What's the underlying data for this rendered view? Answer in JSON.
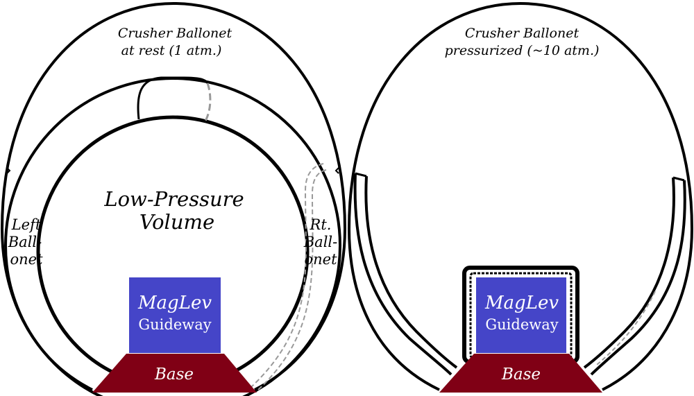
{
  "left_panel": {
    "crusher_label_line1": "Crusher Ballonet",
    "crusher_label_line2": "at rest (1 atm.)",
    "volume_label_line1": "Low-Pressure",
    "volume_label_line2": "Volume",
    "left_ballonet_line1": "Left",
    "left_ballonet_line2": "Ball-",
    "left_ballonet_line3": "onet",
    "right_ballonet_line1": "Rt.",
    "right_ballonet_line2": "Ball-",
    "right_ballonet_line3": "onet",
    "guideway_line1": "MagLev",
    "guideway_line2": "Guideway",
    "base_label": "Base"
  },
  "right_panel": {
    "crusher_label_line1": "Crusher Ballonet",
    "crusher_label_line2": "pressurized  (~10 atm.)",
    "guideway_line1": "MagLev",
    "guideway_line2": "Guideway",
    "base_label": "Base"
  },
  "colors": {
    "guideway": "#4545c8",
    "base": "#800015",
    "outline": "#000000",
    "dashed": "#999999"
  }
}
